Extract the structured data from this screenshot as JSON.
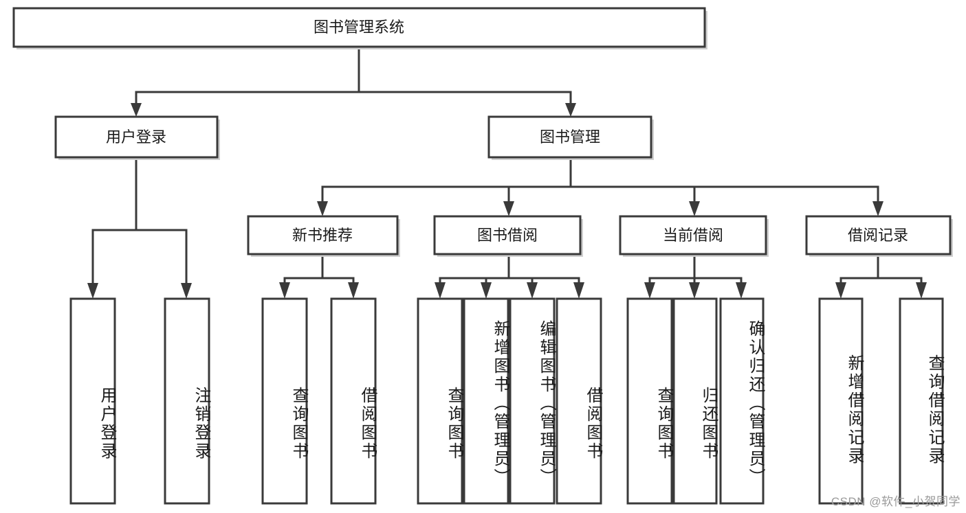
{
  "diagram": {
    "type": "tree-hierarchy-flowchart",
    "title": "图书管理系统",
    "orientation": "top-down",
    "theme": {
      "background": "#ffffff",
      "box_fill": "#ffffff",
      "box_stroke": "#3a3a3a",
      "connector": "#3a3a3a",
      "text": "#1a1a1a",
      "watermark_color": "#9a9a9a"
    },
    "levels": {
      "root": {
        "label": "图书管理系统"
      },
      "level2": [
        {
          "id": "user-login",
          "label": "用户登录"
        },
        {
          "id": "book-manage",
          "label": "图书管理"
        }
      ],
      "level3": [
        {
          "id": "new-book-recommend",
          "label": "新书推荐",
          "parent": "book-manage"
        },
        {
          "id": "book-borrow",
          "label": "图书借阅",
          "parent": "book-manage"
        },
        {
          "id": "current-borrow",
          "label": "当前借阅",
          "parent": "book-manage"
        },
        {
          "id": "borrow-record",
          "label": "借阅记录",
          "parent": "book-manage"
        }
      ],
      "leaves": [
        {
          "id": "leaf-user-login",
          "label": "用户登录",
          "parent": "user-login"
        },
        {
          "id": "leaf-logout-login",
          "label": "注销登录",
          "parent": "user-login"
        },
        {
          "id": "leaf-query-book-1",
          "label": "查询图书",
          "parent": "new-book-recommend"
        },
        {
          "id": "leaf-borrow-book-1",
          "label": "借阅图书",
          "parent": "new-book-recommend"
        },
        {
          "id": "leaf-query-book-2",
          "label": "查询图书",
          "parent": "book-borrow"
        },
        {
          "id": "leaf-add-book",
          "label": "新增图书（管理员）",
          "parent": "book-borrow"
        },
        {
          "id": "leaf-edit-book",
          "label": "编辑图书（管理员）",
          "parent": "book-borrow"
        },
        {
          "id": "leaf-borrow-book-2",
          "label": "借阅图书",
          "parent": "book-borrow"
        },
        {
          "id": "leaf-query-book-3",
          "label": "查询图书",
          "parent": "current-borrow"
        },
        {
          "id": "leaf-return-book",
          "label": "归还图书",
          "parent": "current-borrow"
        },
        {
          "id": "leaf-confirm-return",
          "label": "确认归还（管理员）",
          "parent": "current-borrow"
        },
        {
          "id": "leaf-add-record",
          "label": "新增借阅记录",
          "parent": "borrow-record"
        },
        {
          "id": "leaf-query-record",
          "label": "查询借阅记录",
          "parent": "borrow-record"
        }
      ]
    }
  },
  "watermark": {
    "text": "CSDN @软件_小贺同学"
  }
}
